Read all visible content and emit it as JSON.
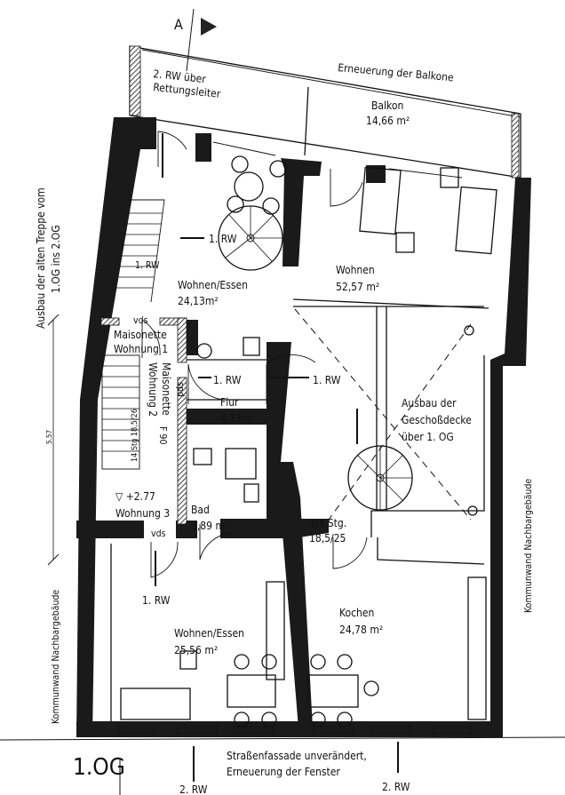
{
  "plan": {
    "floor_label": "1.OG",
    "section_marker": "A",
    "balcony_note": "Erneuerung der Balkone",
    "escape_note": [
      "2. RW über",
      "Rettungsleiter"
    ],
    "stair_note": [
      "Ausbau der alten Treppe vom",
      "1.OG ins 2.OG"
    ],
    "facade_note": [
      "Straßenfassade unverändert,",
      "Erneuerung der Fenster"
    ],
    "dimension": "5.57",
    "party_wall_left": "Kommunwand Nachbargebäude",
    "party_wall_right": "Kommunwand Nachbargebäude",
    "level_mark": "▽ +2.77",
    "fire_rating": "F 90",
    "ceiling_note": [
      "Ausbau der",
      "Geschoßdecke",
      "über 1. OG"
    ],
    "stair_old": "14 Stg 18,5/26",
    "stair_spiral": [
      "1/4 Stg.",
      "18,5/25"
    ],
    "escape_routes": {
      "first": "1. RW",
      "second": "2. RW"
    },
    "door_codes": {
      "vds": "vds",
      "spd": "spd"
    }
  },
  "rooms": [
    {
      "name": "Balkon",
      "area": "14,66 m²"
    },
    {
      "name": "Wohnen/Essen",
      "area": "24,13m²"
    },
    {
      "name": "Wohnen",
      "area": "52,57 m²"
    },
    {
      "name": "Flur",
      "area": "4,13m²"
    },
    {
      "name": "Bad",
      "area": "3,89 m²"
    },
    {
      "name": "Wohnen/Essen",
      "area": "25,56 m²"
    },
    {
      "name": "Kochen",
      "area": "24,78 m²"
    }
  ],
  "units": [
    {
      "name": "Maisonette",
      "sub": "Wohnung 1"
    },
    {
      "name": "Maisonette",
      "sub": "Wohnung 2"
    },
    {
      "name": "Wohnung 3"
    }
  ]
}
